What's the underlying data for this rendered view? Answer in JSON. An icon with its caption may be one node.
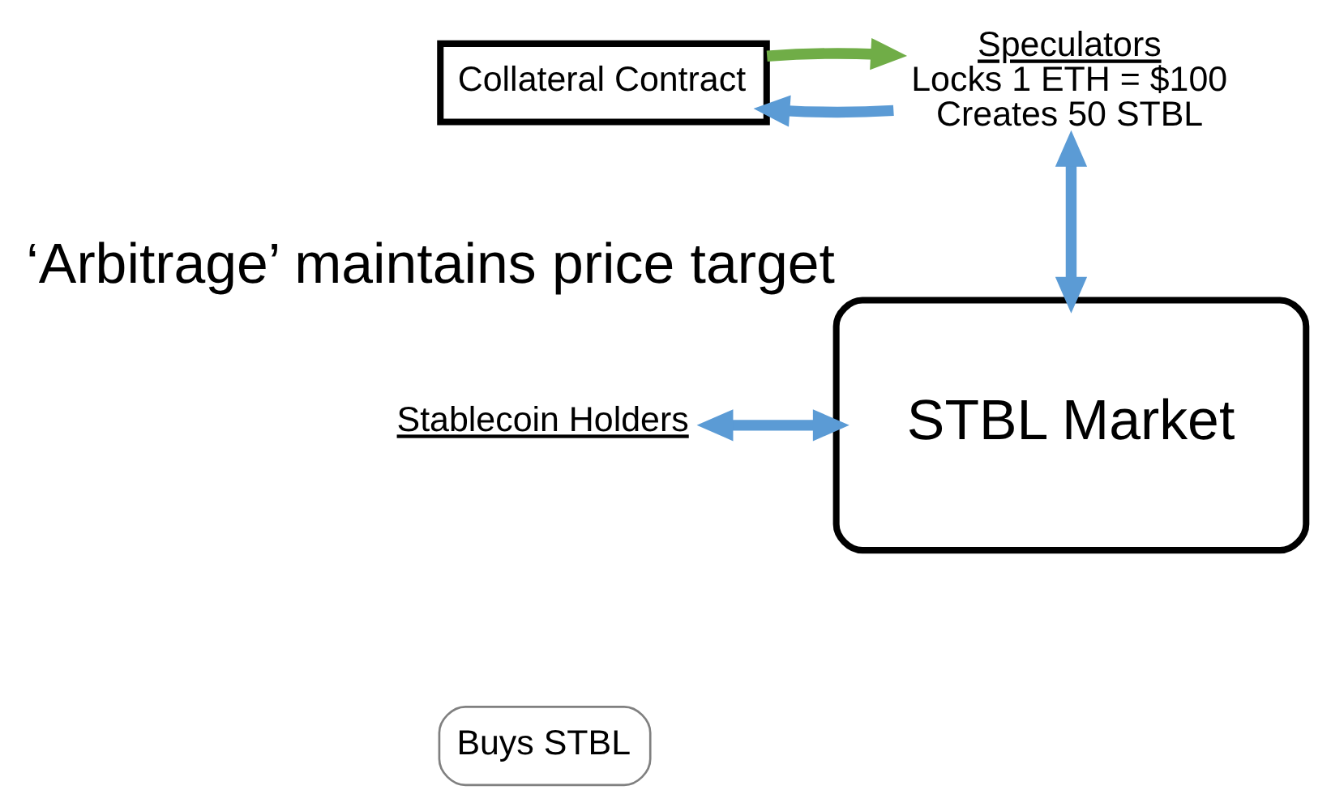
{
  "diagram": {
    "nodes": [
      {
        "text": [
          "Collateral Contract"
        ]
      },
      {
        "text": [
          "Speculators",
          "Locks 1 ETH = $100",
          "Creates 50 STBL"
        ]
      },
      {
        "text": [
          "STBL Market"
        ],
        "beside": [
          "‘Arbitrage’ maintains price target"
        ]
      },
      {
        "text": [
          "Stablecoin Holders"
        ]
      },
      {
        "text": [
          "Buys STBL"
        ]
      }
    ],
    "edges": [
      {
        "from": 1,
        "to": 0,
        "arrow": "to"
      },
      {
        "from": 0,
        "to": 1,
        "arrow": "to",
        "color": "#70ad47"
      },
      {
        "from": 1,
        "to": 2,
        "arrow": "both"
      },
      {
        "from": 2,
        "to": 3,
        "arrow": "both"
      }
    ]
  }
}
